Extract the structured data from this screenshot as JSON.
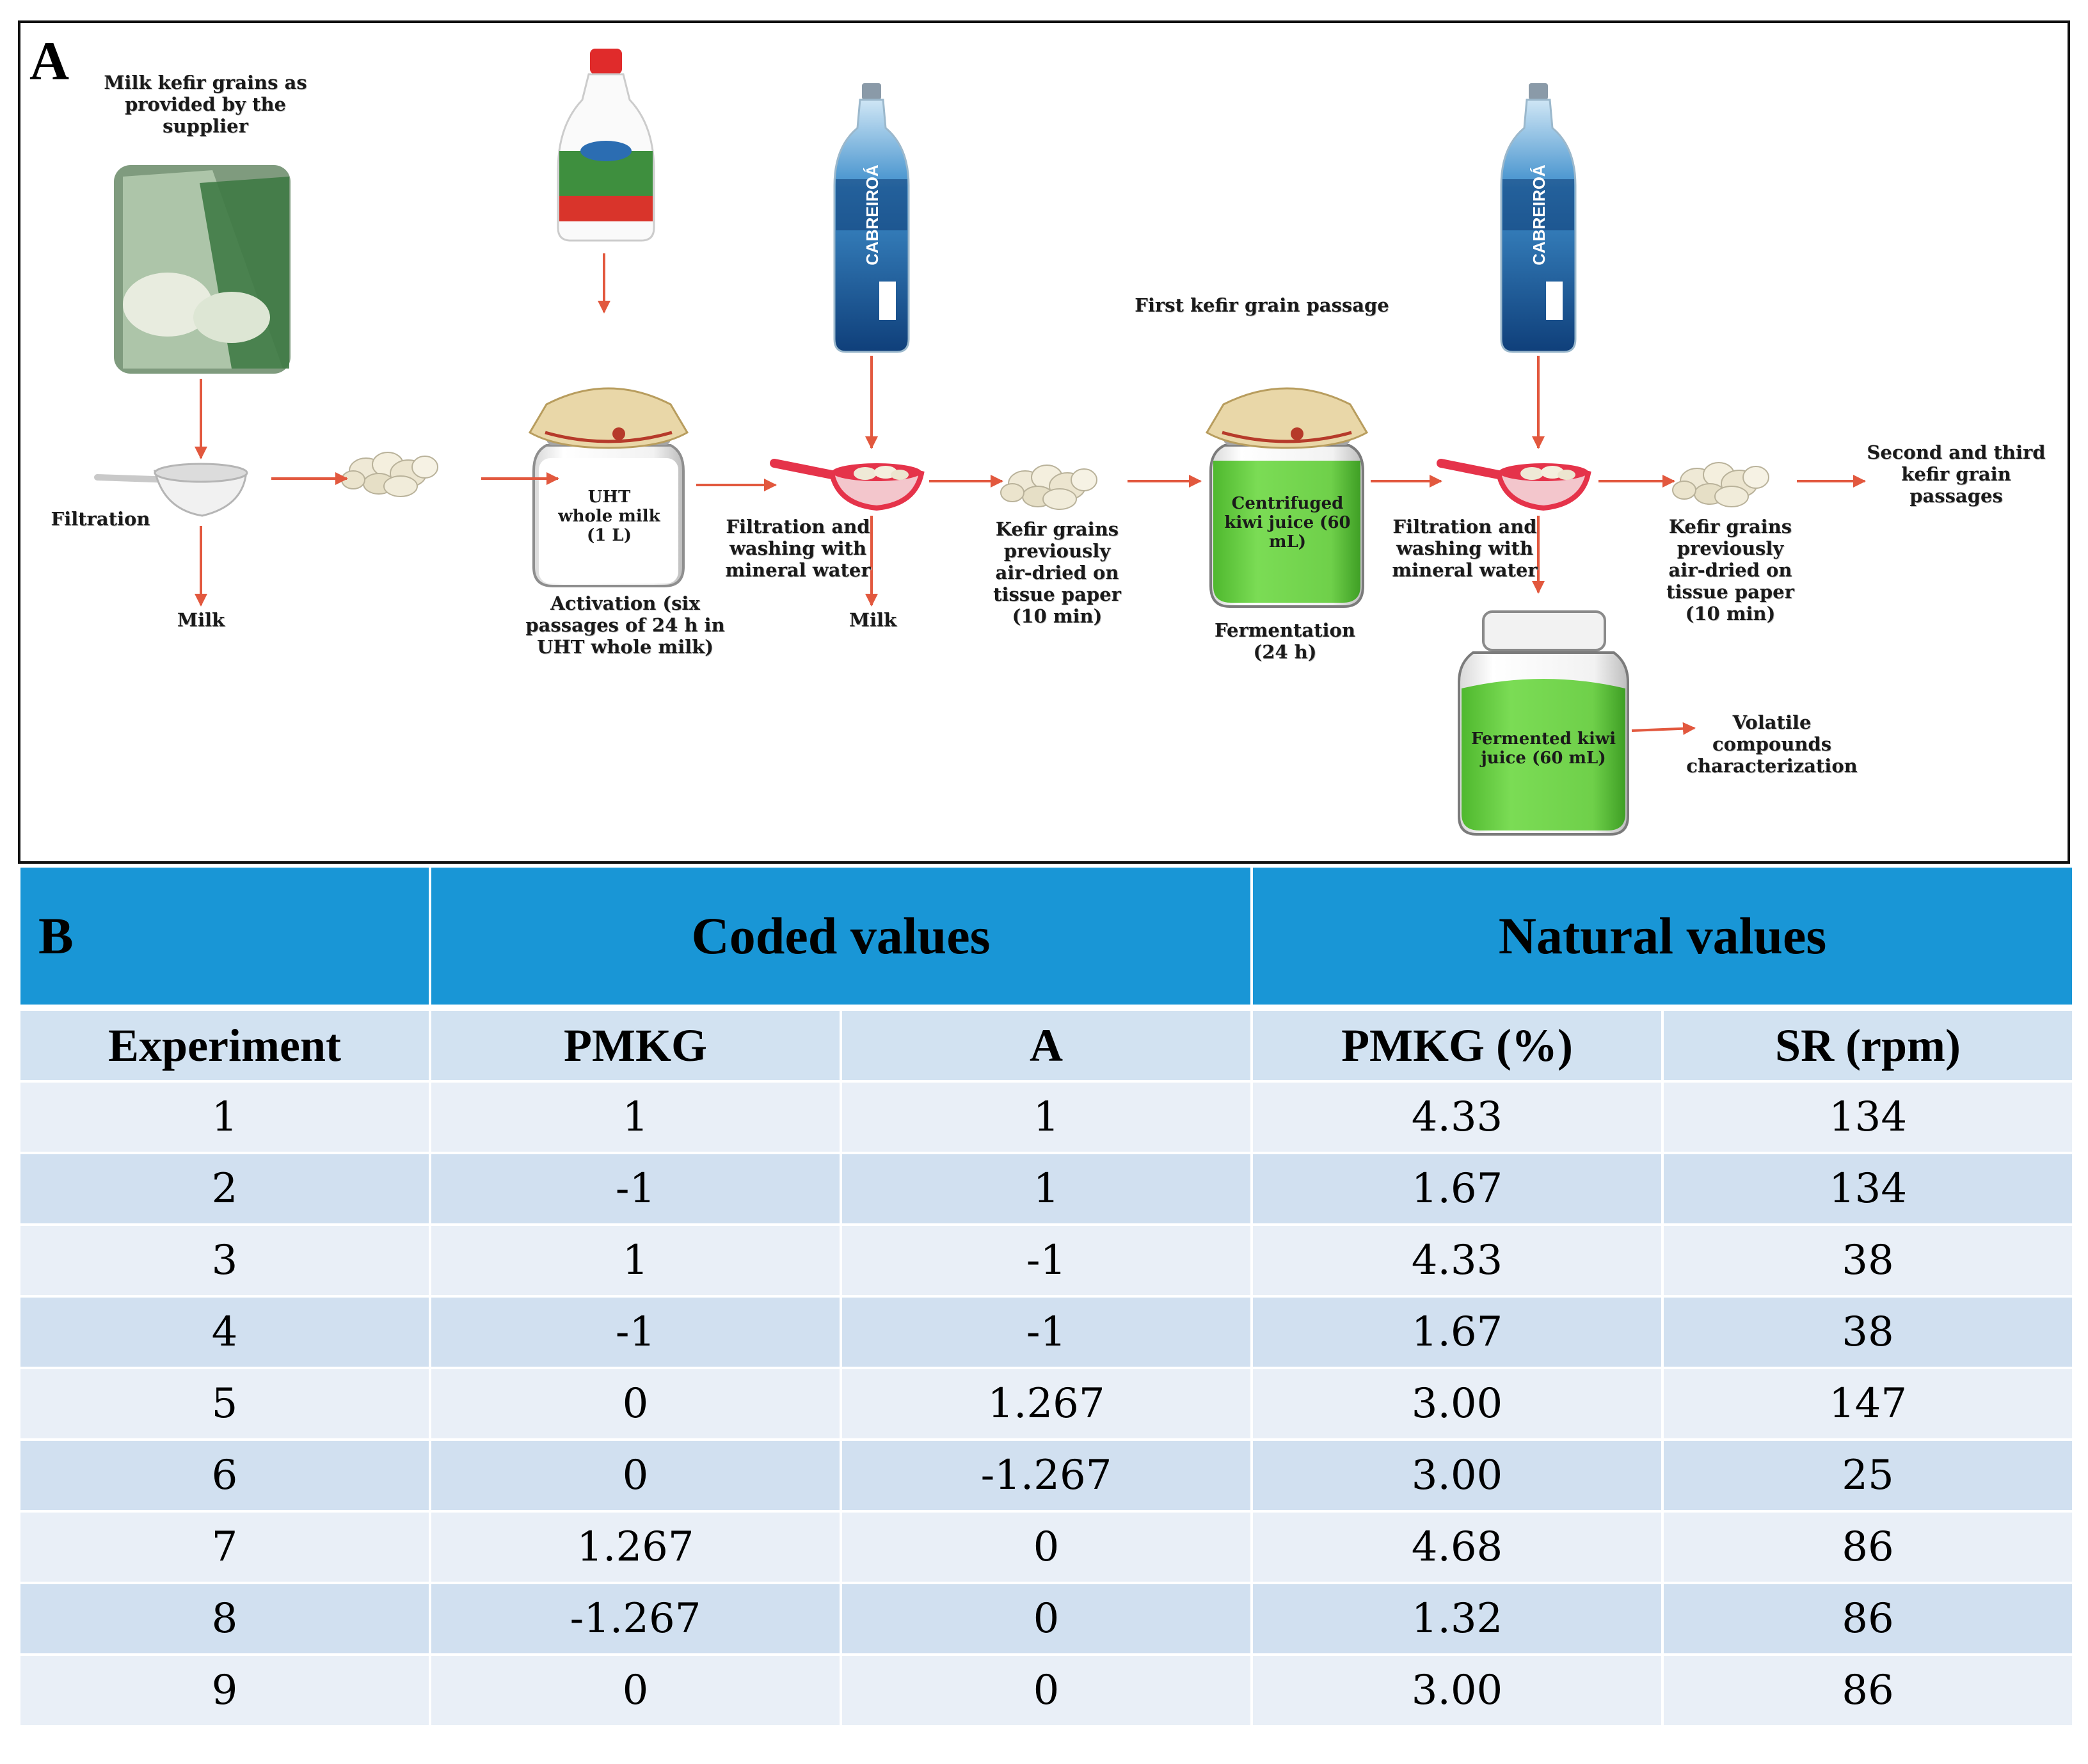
{
  "panel_a": {
    "letter": "A",
    "labels": {
      "milk_grains": "Milk kefir grains as provided by the supplier",
      "filtration": "Filtration",
      "milk_left": "Milk",
      "uht_milk": "UHT whole milk (1 L)",
      "activation": "Activation (six passages of 24 h in UHT whole milk)",
      "filt_wash_1": "Filtration and washing with mineral water",
      "milk_right": "Milk",
      "grains_dried_1": "Kefir grains previously air-dried on tissue paper (10 min)",
      "first_passage": "First kefir grain passage",
      "centrifuged": "Centrifuged kiwi juice (60 mL)",
      "fermentation": "Fermentation (24 h)",
      "filt_wash_2": "Filtration and washing with mineral water",
      "grains_dried_2": "Kefir grains previously air-dried on tissue paper (10 min)",
      "second_third": "Second and third kefir grain passages",
      "fermented_juice": "Fermented kiwi juice (60 mL)",
      "volatile": "Volatile compounds characterization"
    },
    "water_brand": "CABREIROÁ",
    "colors": {
      "arrow": "#e2583e",
      "juice": "#6fd04a",
      "strainer": "#e5334a",
      "lid": "#e9d7a8",
      "water": "#1f74b8"
    }
  },
  "panel_b": {
    "letter": "B",
    "group_headers": [
      "Coded values",
      "Natural values"
    ],
    "columns": [
      "Experiment",
      "PMKG",
      "A",
      "PMKG (%)",
      "SR (rpm)"
    ],
    "rows": [
      [
        "1",
        "1",
        "1",
        "4.33",
        "134"
      ],
      [
        "2",
        "-1",
        "1",
        "1.67",
        "134"
      ],
      [
        "3",
        "1",
        "-1",
        "4.33",
        "38"
      ],
      [
        "4",
        "-1",
        "-1",
        "1.67",
        "38"
      ],
      [
        "5",
        "0",
        "1.267",
        "3.00",
        "147"
      ],
      [
        "6",
        "0",
        "-1.267",
        "3.00",
        "25"
      ],
      [
        "7",
        "1.267",
        "0",
        "4.68",
        "86"
      ],
      [
        "8",
        "-1.267",
        "0",
        "1.32",
        "86"
      ],
      [
        "9",
        "0",
        "0",
        "3.00",
        "86"
      ]
    ],
    "colors": {
      "header": "#1996d6",
      "subheader": "#d2e2f1",
      "row_light": "#e9eff7",
      "row_dark": "#d1e0f0"
    }
  }
}
